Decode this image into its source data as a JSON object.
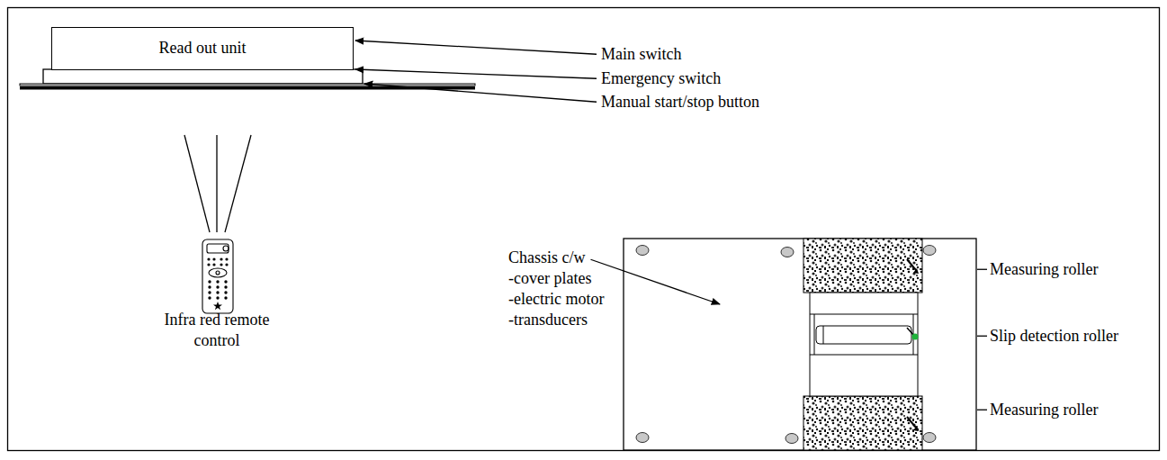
{
  "diagram": {
    "nodes": [
      {
        "text": [
          "Read out unit"
        ]
      }
    ],
    "labels": [
      "Main switch",
      "Emergency switch",
      "Manual start/stop button",
      "Infra red remote control",
      "Chassis c/w",
      "-cover plates",
      "-electric motor",
      "-transducers",
      "Measuring roller",
      "Slip detection roller",
      "Measuring roller"
    ]
  }
}
